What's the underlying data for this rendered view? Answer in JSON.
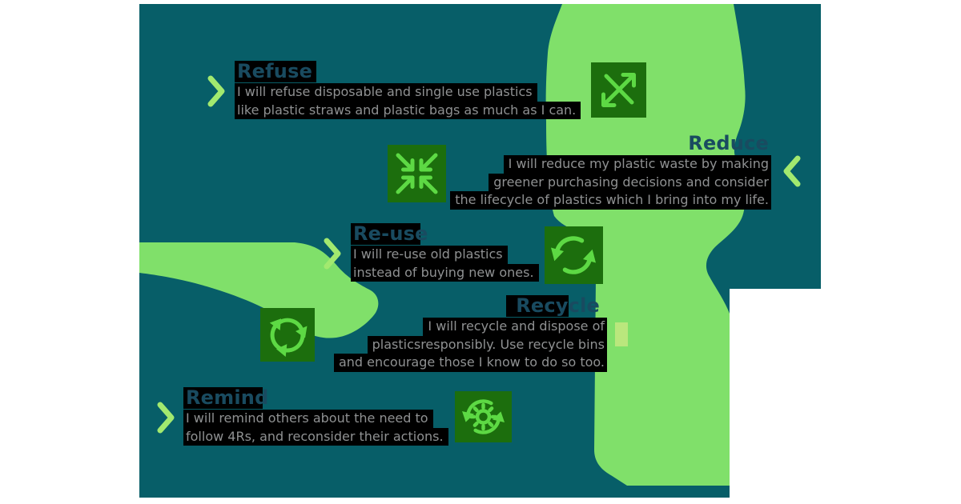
{
  "page": {
    "kind": "infographic-poster",
    "topic": "4Rs of plastic waste"
  },
  "colors": {
    "page_bg": "#ffffff",
    "teal_canvas": "#075e68",
    "green_shape": "#80e06a",
    "accent_light_green": "#bae77d",
    "chevron_green": "#a2e96f",
    "icon_bg_green": "#1c6e0d",
    "icon_glyph_green": "#5dd944",
    "heading_text": "#194b60",
    "body_text": "#8f9192",
    "highlight_box": "#000000"
  },
  "sections": [
    {
      "id": "refuse",
      "title": "Refuse",
      "chevron": "chevron-right",
      "icon": "crossed-arrows",
      "lines": [
        "I will refuse disposable and single use plastics",
        "like plastic straws and plastic bags as much as I can."
      ]
    },
    {
      "id": "reduce",
      "title": "Reduce",
      "chevron": "chevron-left",
      "icon": "compress-arrows",
      "lines": [
        "I will reduce my plastic waste by making",
        "greener purchasing decisions and consider",
        "the lifecycle of plastics which I bring into my life."
      ]
    },
    {
      "id": "reuse",
      "title": "Re-use",
      "chevron": "chevron-right",
      "icon": "refresh-circular-arrows",
      "lines": [
        "I will re-use old plastics",
        "instead of buying new ones."
      ]
    },
    {
      "id": "recycle",
      "title": "Recycle",
      "chevron": "none",
      "icon": "recycle-cycle-arrows",
      "lines": [
        "I will recycle and dispose of",
        "plasticsresponsibly. Use recycle bins",
        "and encourage those I know to do so too."
      ]
    },
    {
      "id": "remind",
      "title": "Remind",
      "chevron": "chevron-right",
      "icon": "gear-sync-arrows",
      "lines": [
        "I will remind others about the need to",
        "follow 4Rs, and reconsider their actions."
      ]
    }
  ]
}
